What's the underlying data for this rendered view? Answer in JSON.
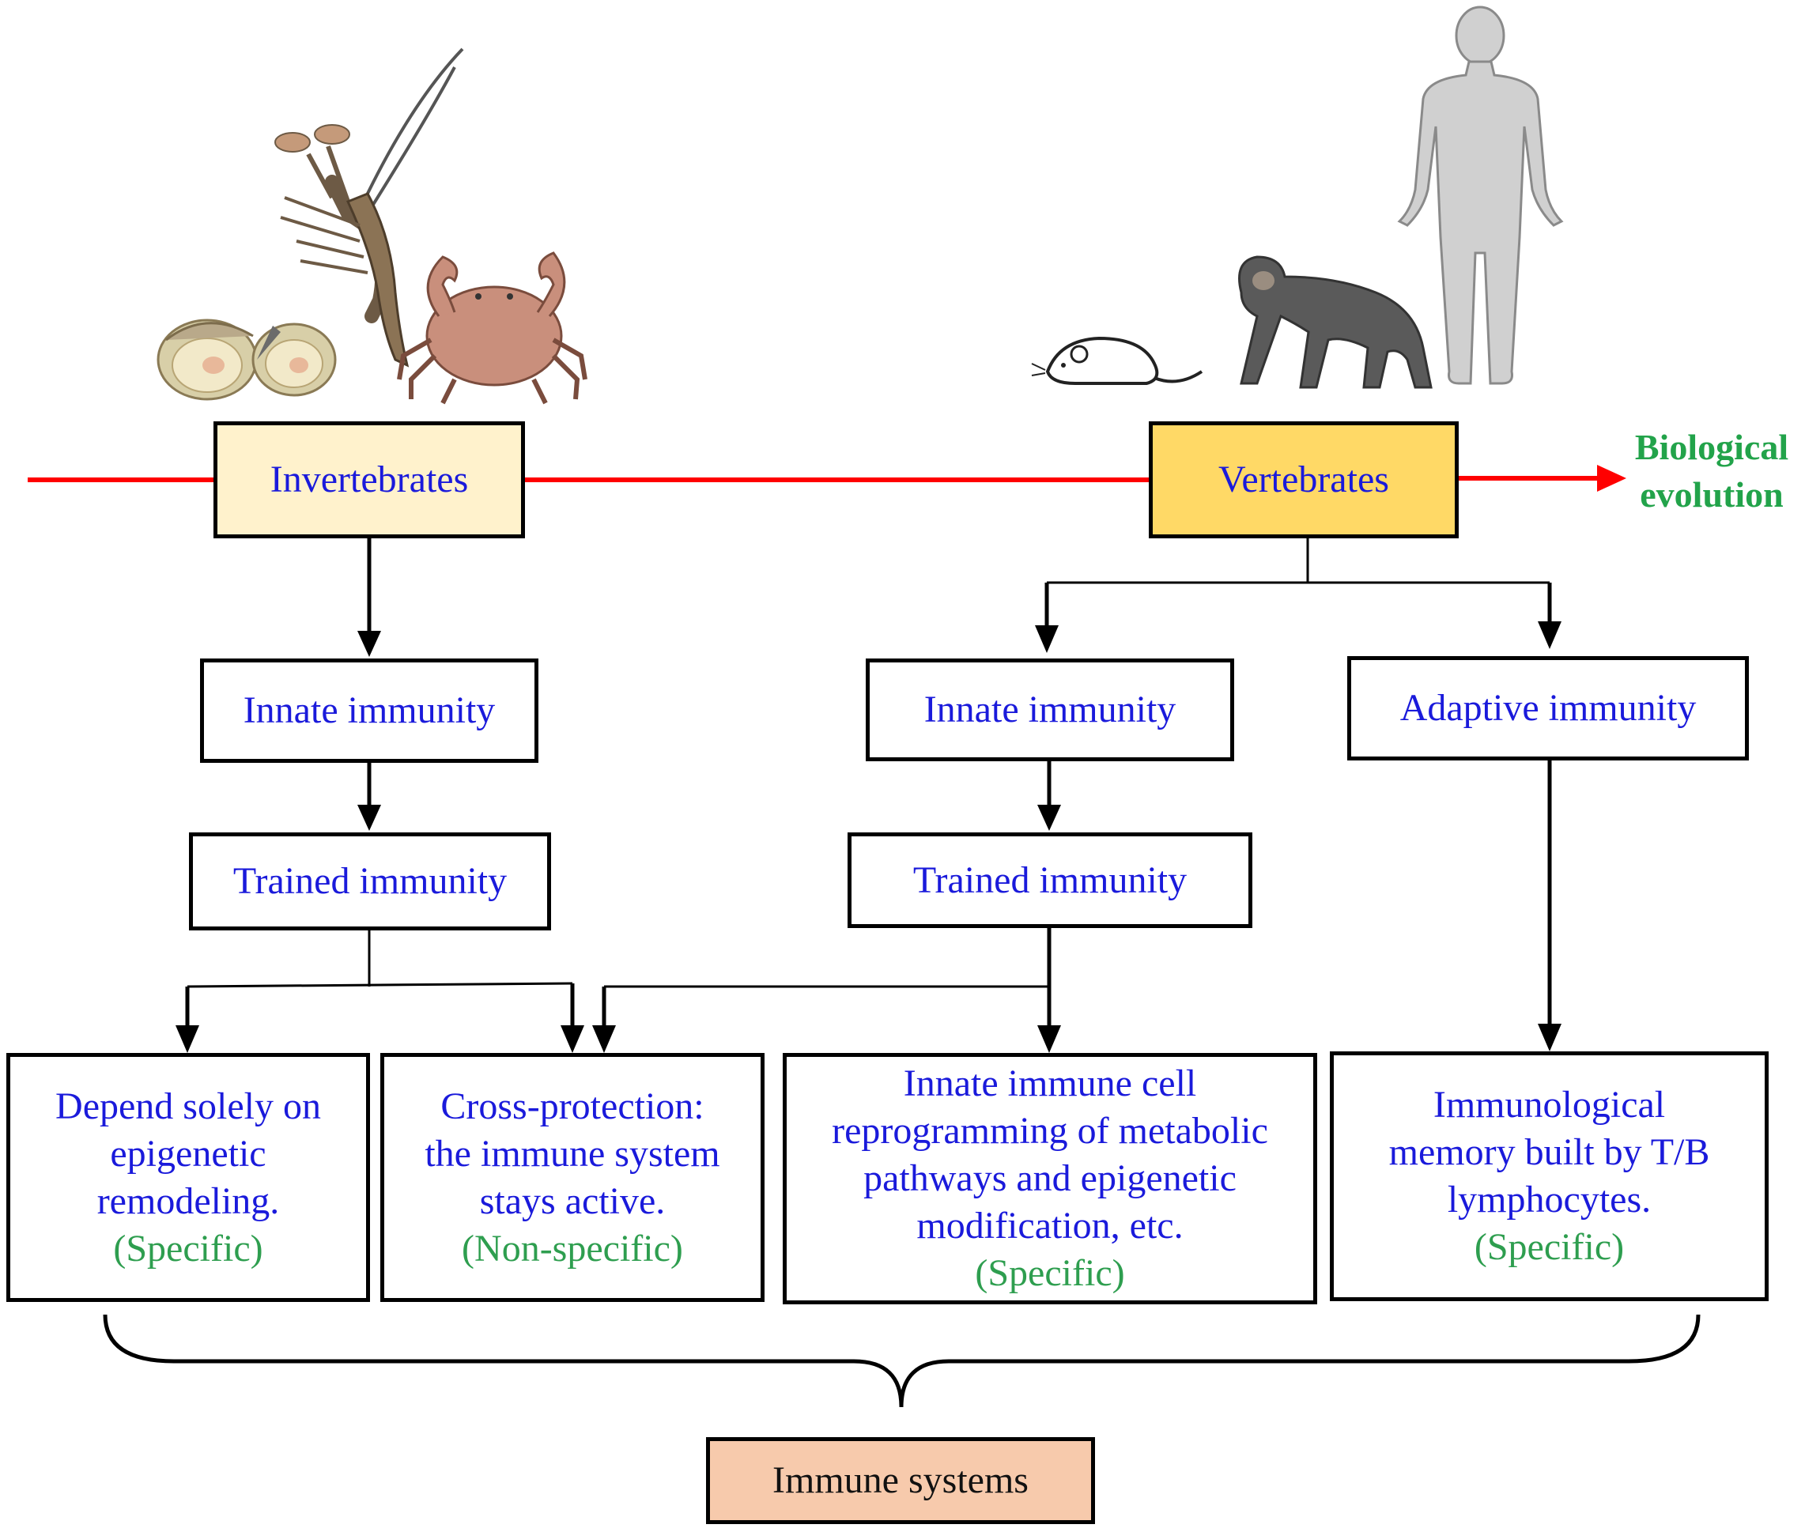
{
  "colors": {
    "timeline": "#ff0000",
    "text_blue": "#1a1adb",
    "text_green": "#2e9e4f",
    "evolution_green": "#22a34a",
    "invertebrates_fill": "#fff2cc",
    "vertebrates_fill": "#ffd966",
    "immune_systems_fill": "#f7caac"
  },
  "icons": [
    "scallop-icon",
    "crayfish-icon",
    "crab-icon",
    "mouse-icon",
    "chimpanzee-icon",
    "human-icon"
  ],
  "timeline": {
    "end_label_line1": "Biological",
    "end_label_line2": "evolution"
  },
  "groups": {
    "invertebrates": "Invertebrates",
    "vertebrates": "Vertebrates"
  },
  "invertebrate_branch": {
    "innate": "Innate immunity",
    "trained": "Trained immunity"
  },
  "vertebrate_branch": {
    "innate": "Innate immunity",
    "trained": "Trained immunity",
    "adaptive": "Adaptive immunity"
  },
  "outcomes": [
    {
      "lines": [
        "Depend solely on",
        "epigenetic",
        "remodeling."
      ],
      "tag": "(Specific)"
    },
    {
      "lines": [
        "Cross-protection:",
        "the immune system",
        "stays active."
      ],
      "tag": "(Non-specific)"
    },
    {
      "lines": [
        "Innate immune cell",
        "reprogramming of metabolic",
        "pathways and epigenetic",
        "modification, etc."
      ],
      "tag": "(Specific)"
    },
    {
      "lines": [
        "Immunological",
        "memory built by T/B",
        "lymphocytes."
      ],
      "tag": "(Specific)"
    }
  ],
  "summary": "Immune systems"
}
